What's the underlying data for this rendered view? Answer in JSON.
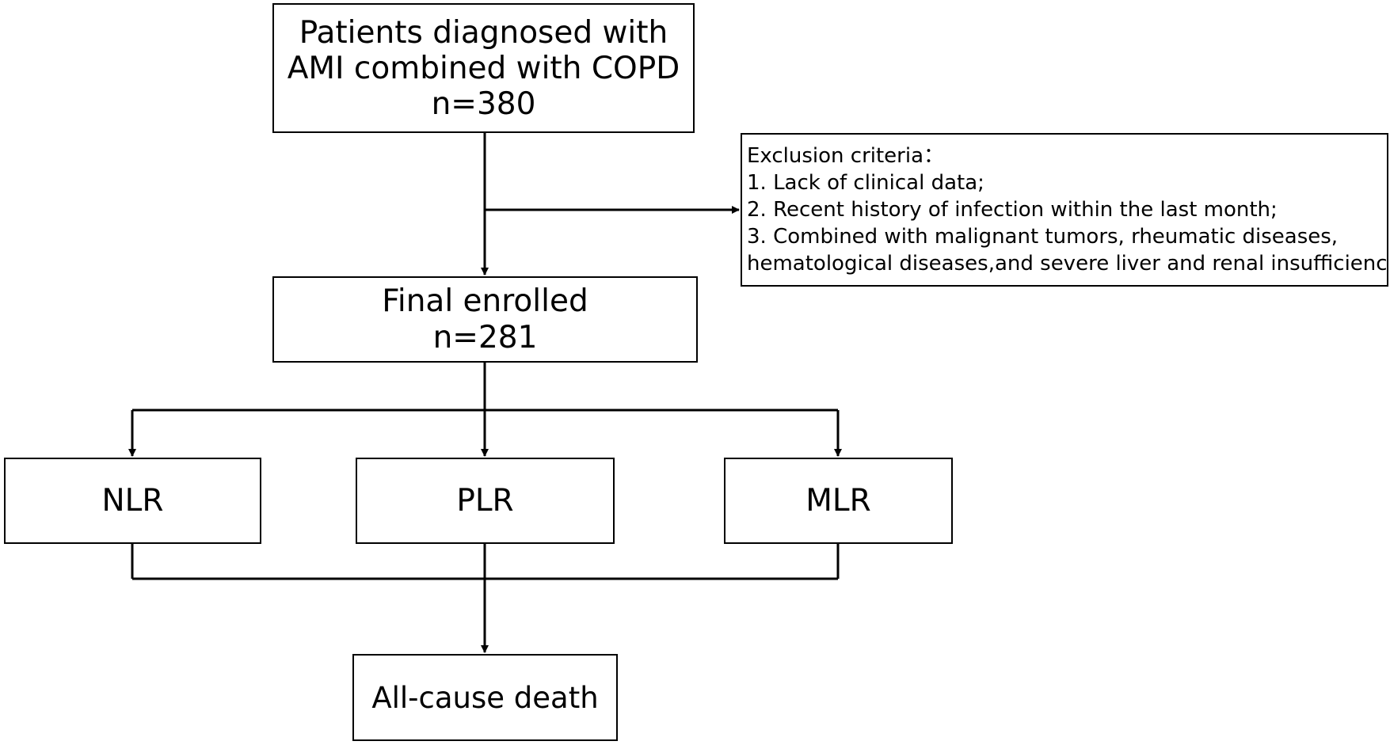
{
  "diagram": {
    "start_box": {
      "lines": [
        "Patients diagnosed with",
        "AMI combined with COPD",
        "n=380"
      ]
    },
    "exclusion_box": {
      "title": "Exclusion criteria：",
      "items": [
        "1. Lack of clinical data;",
        "2.  Recent history of infection within the last month;",
        "3. Combined with malignant tumors, rheumatic diseases,",
        "hematological diseases,and severe liver and renal insufficiency."
      ]
    },
    "final_box": {
      "lines": [
        "Final enrolled",
        "n=281"
      ]
    },
    "indicators": [
      "NLR",
      "PLR",
      "MLR"
    ],
    "outcome_box": {
      "label": "All-cause death"
    },
    "colors": {
      "stroke": "#000000",
      "background": "#ffffff"
    }
  }
}
